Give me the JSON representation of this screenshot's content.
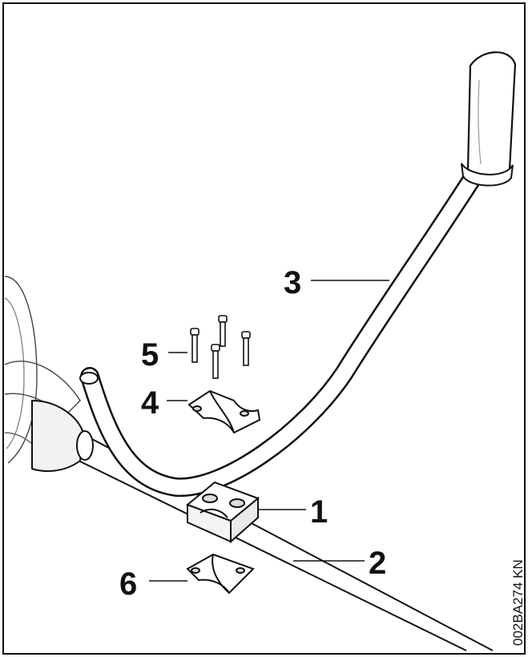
{
  "callouts": {
    "clamp_lower_housing": "1",
    "drive_tube": "2",
    "handle_bar": "3",
    "clamp_upper_plate": "4",
    "screws": "5",
    "clamp_bottom_plate": "6"
  },
  "figure_ref": "002BA274 KN",
  "colors": {
    "line": "#111111",
    "background": "#ffffff",
    "shading": "#e9e9e9"
  }
}
